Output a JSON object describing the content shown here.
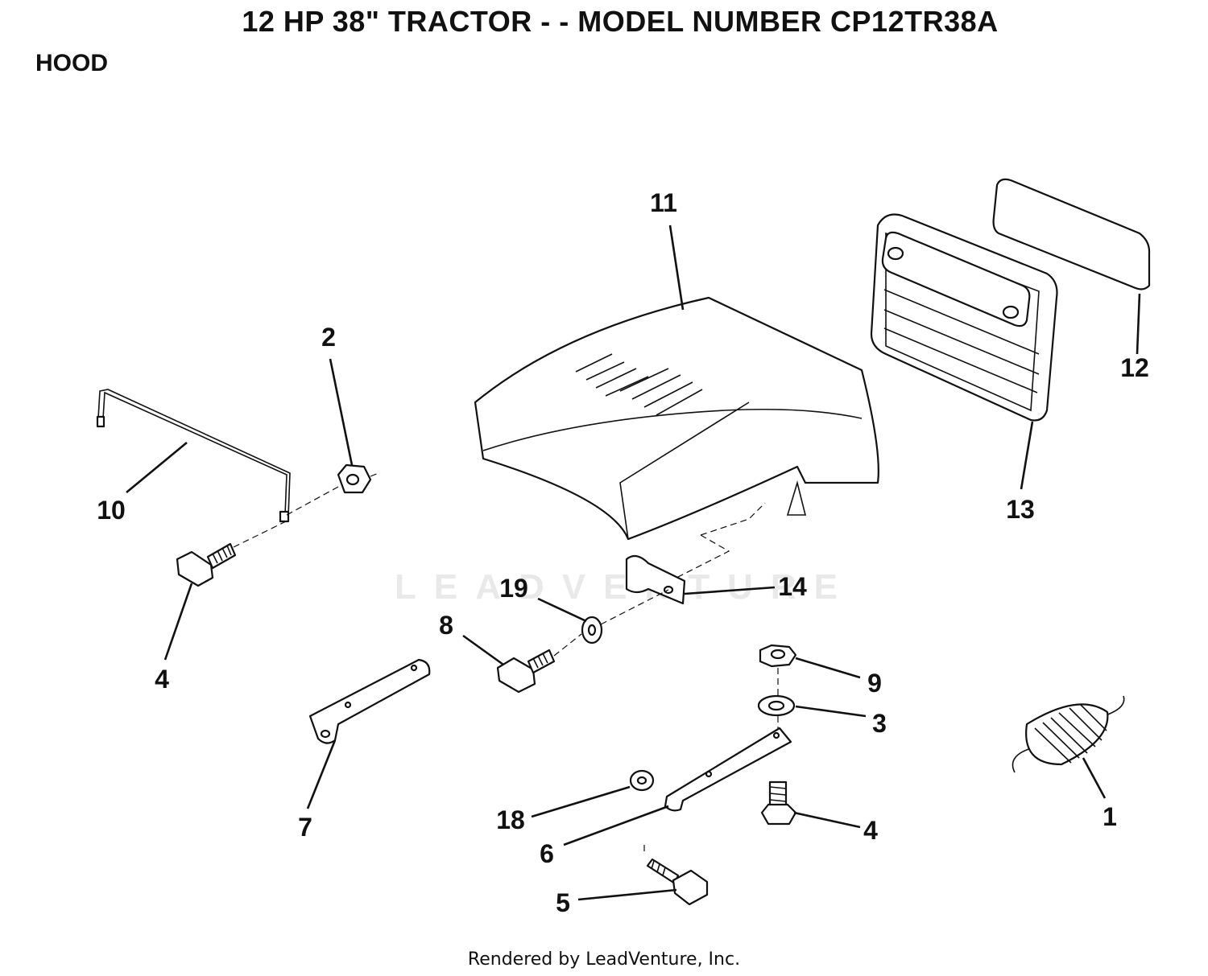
{
  "header": {
    "title": "12 HP 38\" TRACTOR - - MODEL NUMBER CP12TR38A",
    "section": "HOOD"
  },
  "watermark": "LEADVENTURE",
  "footer": "Rendered by LeadVenture, Inc.",
  "callouts": {
    "c1": "1",
    "c2": "2",
    "c3": "3",
    "c4a": "4",
    "c4b": "4",
    "c5": "5",
    "c6": "6",
    "c7": "7",
    "c8": "8",
    "c9": "9",
    "c10": "10",
    "c11": "11",
    "c12": "12",
    "c13": "13",
    "c14": "14",
    "c18": "18",
    "c19": "19"
  }
}
